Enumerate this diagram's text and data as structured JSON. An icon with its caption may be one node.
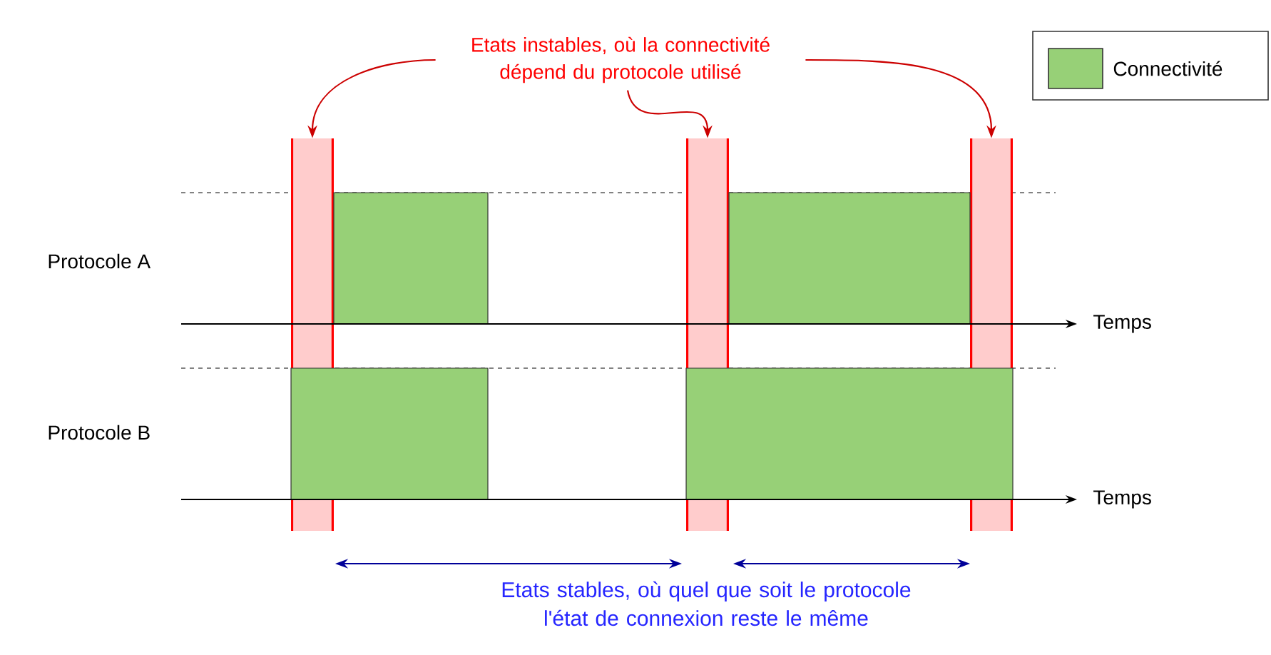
{
  "diagram": {
    "nodes": [
      {
        "text": [
          "Etats instables, où la connectivité dépend du protocole utilisé"
        ]
      },
      {
        "text": [],
        "shape": "bar"
      },
      {
        "text": [],
        "shape": "bar"
      },
      {
        "text": [],
        "shape": "bar"
      },
      {
        "text": [],
        "shape": "box"
      },
      {
        "text": [],
        "shape": "box"
      },
      {
        "text": [],
        "shape": "box"
      },
      {
        "text": [],
        "shape": "box"
      }
    ],
    "edges": [
      {
        "from": 0,
        "to": 1,
        "arrow": "to"
      },
      {
        "from": 0,
        "to": 2,
        "arrow": "to"
      },
      {
        "from": 0,
        "to": 3,
        "arrow": "to"
      }
    ],
    "labels": [
      "Protocole A",
      "Temps",
      "Protocole B",
      "Temps",
      "Etats stables, où quel que soit le protocole l'état de connexion reste le même"
    ],
    "legend": [
      {
        "text": "Connectivité",
        "color": "#97d077"
      }
    ]
  }
}
